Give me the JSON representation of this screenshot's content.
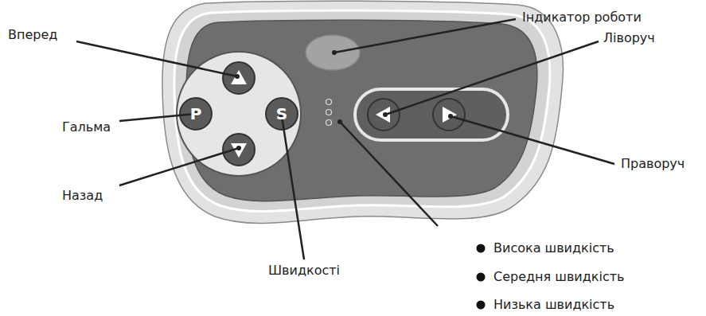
{
  "diagram": {
    "labels": [
      "Індикатор роботи",
      "Вперед",
      "Ліворуч",
      "Гальма",
      "P",
      "S",
      "Праворуч",
      "Назад",
      "Швидкості",
      "Висока швидкість",
      "Середня швидкість",
      "Низька швидкість"
    ]
  }
}
